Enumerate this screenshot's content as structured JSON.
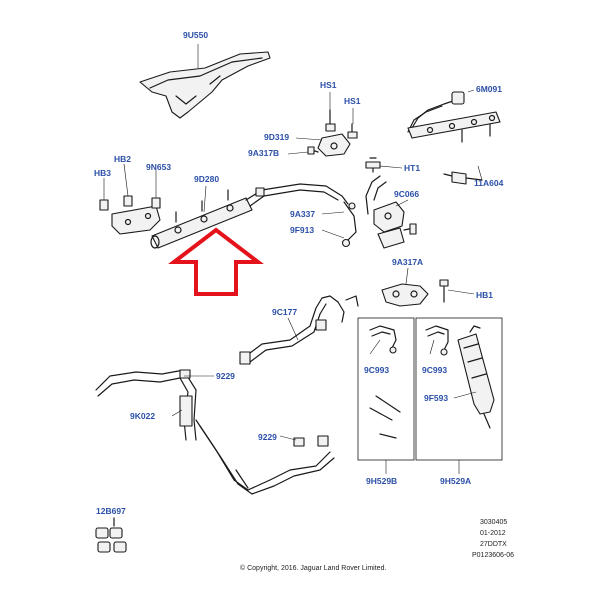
{
  "callouts": {
    "heat_shield": "9U550",
    "hs1_a": "HS1",
    "hs1_b": "HS1",
    "fuel_rail_right": "6M091",
    "bolt_9d319": "9D319",
    "bolt_9a317b": "9A317B",
    "ht1": "HT1",
    "glow_plug": "11A604",
    "hb2": "HB2",
    "hb3": "HB3",
    "fuel_rail_bracket": "9N653",
    "fuel_rail_left": "9D280",
    "hp_pipe": "9A337",
    "seal_9f913": "9F913",
    "pressure_sensor": "9C066",
    "clamp_9a317a": "9A317A",
    "hb1": "HB1",
    "return_hose": "9C177",
    "clip_9229_a": "9229",
    "clip_9229_b": "9229",
    "return_pipe": "9K022",
    "injector_pipe_b": "9C993",
    "injector_pipe_a": "9C993",
    "injector": "9F593",
    "injector_kit_b": "9H529B",
    "injector_kit_a": "9H529A",
    "seal_kit": "12B697"
  },
  "meta": {
    "drawing_number": "3030405",
    "date": "01-2012",
    "engine": "27DDTX",
    "plate": "P0123606-06",
    "copyright": "© Copyright, 2016. Jaguar Land Rover Limited."
  },
  "colors": {
    "callout": "#2b4fa8",
    "line": "#1a1a1a",
    "highlight_arrow": "#e3121b"
  },
  "icons": {
    "highlight_arrow": "arrow-up-icon"
  }
}
